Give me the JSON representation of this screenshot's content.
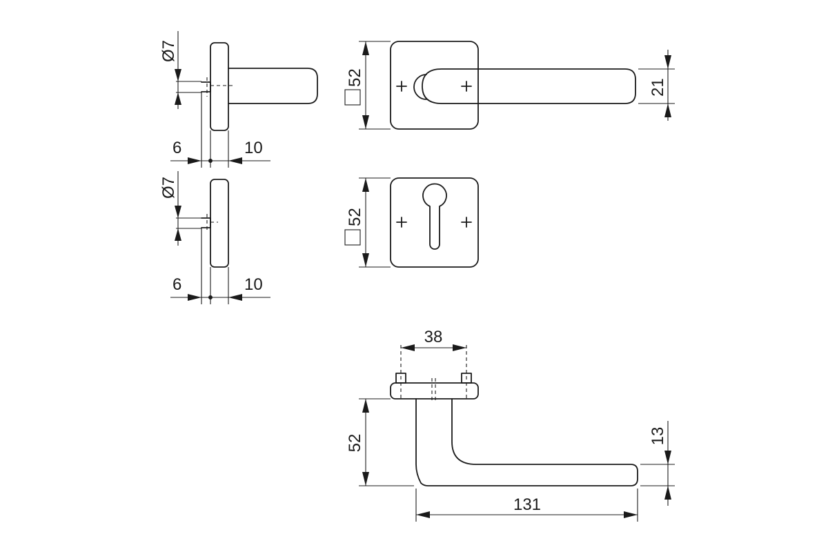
{
  "dimensions": {
    "diameter_top": "Ø7",
    "pin_left_top": "6",
    "pin_right_top": "10",
    "diameter_bottom": "Ø7",
    "pin_left_bottom": "6",
    "pin_right_bottom": "10",
    "rose_width_top": "52",
    "rose_width_bottom": "52",
    "lever_height": "21",
    "screw_spacing": "38",
    "projection": "52",
    "lever_thickness": "13",
    "lever_length": "131"
  },
  "colors": {
    "line": "#1a1a1a",
    "background": "#ffffff"
  }
}
